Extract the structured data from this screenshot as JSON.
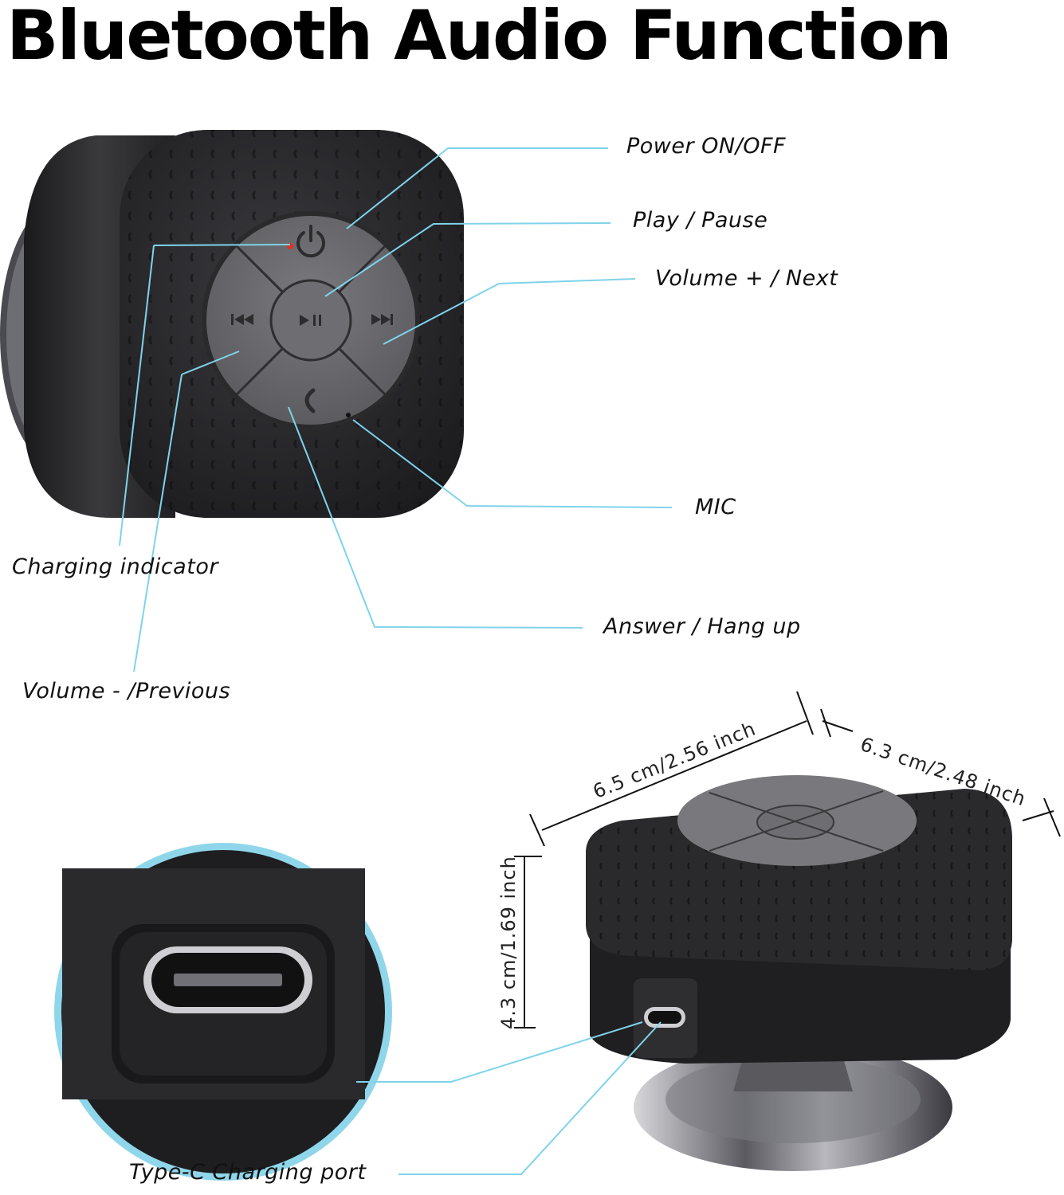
{
  "title": "Bluetooth Audio Function",
  "labels": {
    "power": "Power ON/OFF",
    "play_pause": "Play / Pause",
    "volume_up": "Volume + / Next",
    "mic": "MIC",
    "charging": "Charging indicator",
    "answer": "Answer / Hang up",
    "volume_down": "Volume - /Previous",
    "type_c": "Type-C Charging port"
  },
  "dimensions": {
    "width": "6.5 cm/2.56 inch",
    "depth": "6.3 cm/2.48 inch",
    "height": "4.3 cm/1.69 inch"
  },
  "colors": {
    "callout_line": "#7fd3ea",
    "device_body": "#2b2b2e",
    "button_pad": "#6a6a6e",
    "charging_led": "#e0302a"
  },
  "icons": [
    "power-icon",
    "play-pause-icon",
    "previous-icon",
    "next-icon",
    "phone-icon"
  ]
}
